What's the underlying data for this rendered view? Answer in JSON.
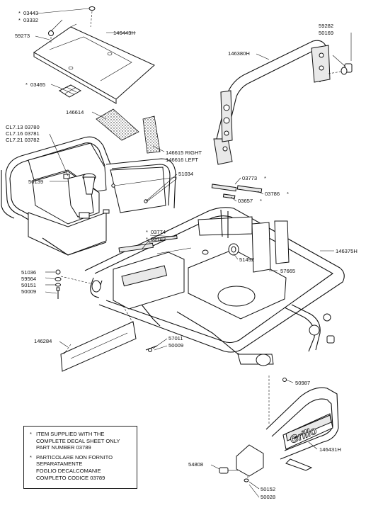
{
  "parts": {
    "p03443": "03443",
    "p03332": "03332",
    "p59273": "59273",
    "p146443H": "146443H",
    "p03465": "03465",
    "p146614": "146614",
    "p146615": "146615 RIGHT",
    "p146616": "146616 LEFT",
    "p59282": "59282",
    "p50169": "50169",
    "p146380H": "146380H",
    "pCL713": "CL7.13 03780",
    "pCL716": "CL7.16 03781",
    "pCL721": "CL7.21 03782",
    "p51034": "51034",
    "p50139": "50139",
    "p03773": "03773",
    "p03786": "03786",
    "p03657": "03657",
    "p03774": "03774",
    "p03783": "03783",
    "p51492": "51492",
    "p146375H": "146375H",
    "p57665": "57665",
    "p51036": "51036",
    "p59564": "59564",
    "p50151": "50151",
    "p50009a": "50009",
    "p146284": "146284",
    "p57011": "57011",
    "p50009b": "50009",
    "p50987": "50987",
    "p146431H": "146431H",
    "p54808": "54808",
    "p50152": "50152",
    "p50028": "50028"
  },
  "marker": "*",
  "logo_text": "Grillo",
  "note": {
    "star": "*",
    "item1": "ITEM SUPPLIED WITH THE\nCOMPLETE DECAL SHEET ONLY\nPART NUMBER 03789",
    "item2": "PARTICOLARE NON FORNITO\nSEPARATAMENTE\nFOGLIO DECALCOMANIE\nCOMPLETO CODICE 03789"
  }
}
